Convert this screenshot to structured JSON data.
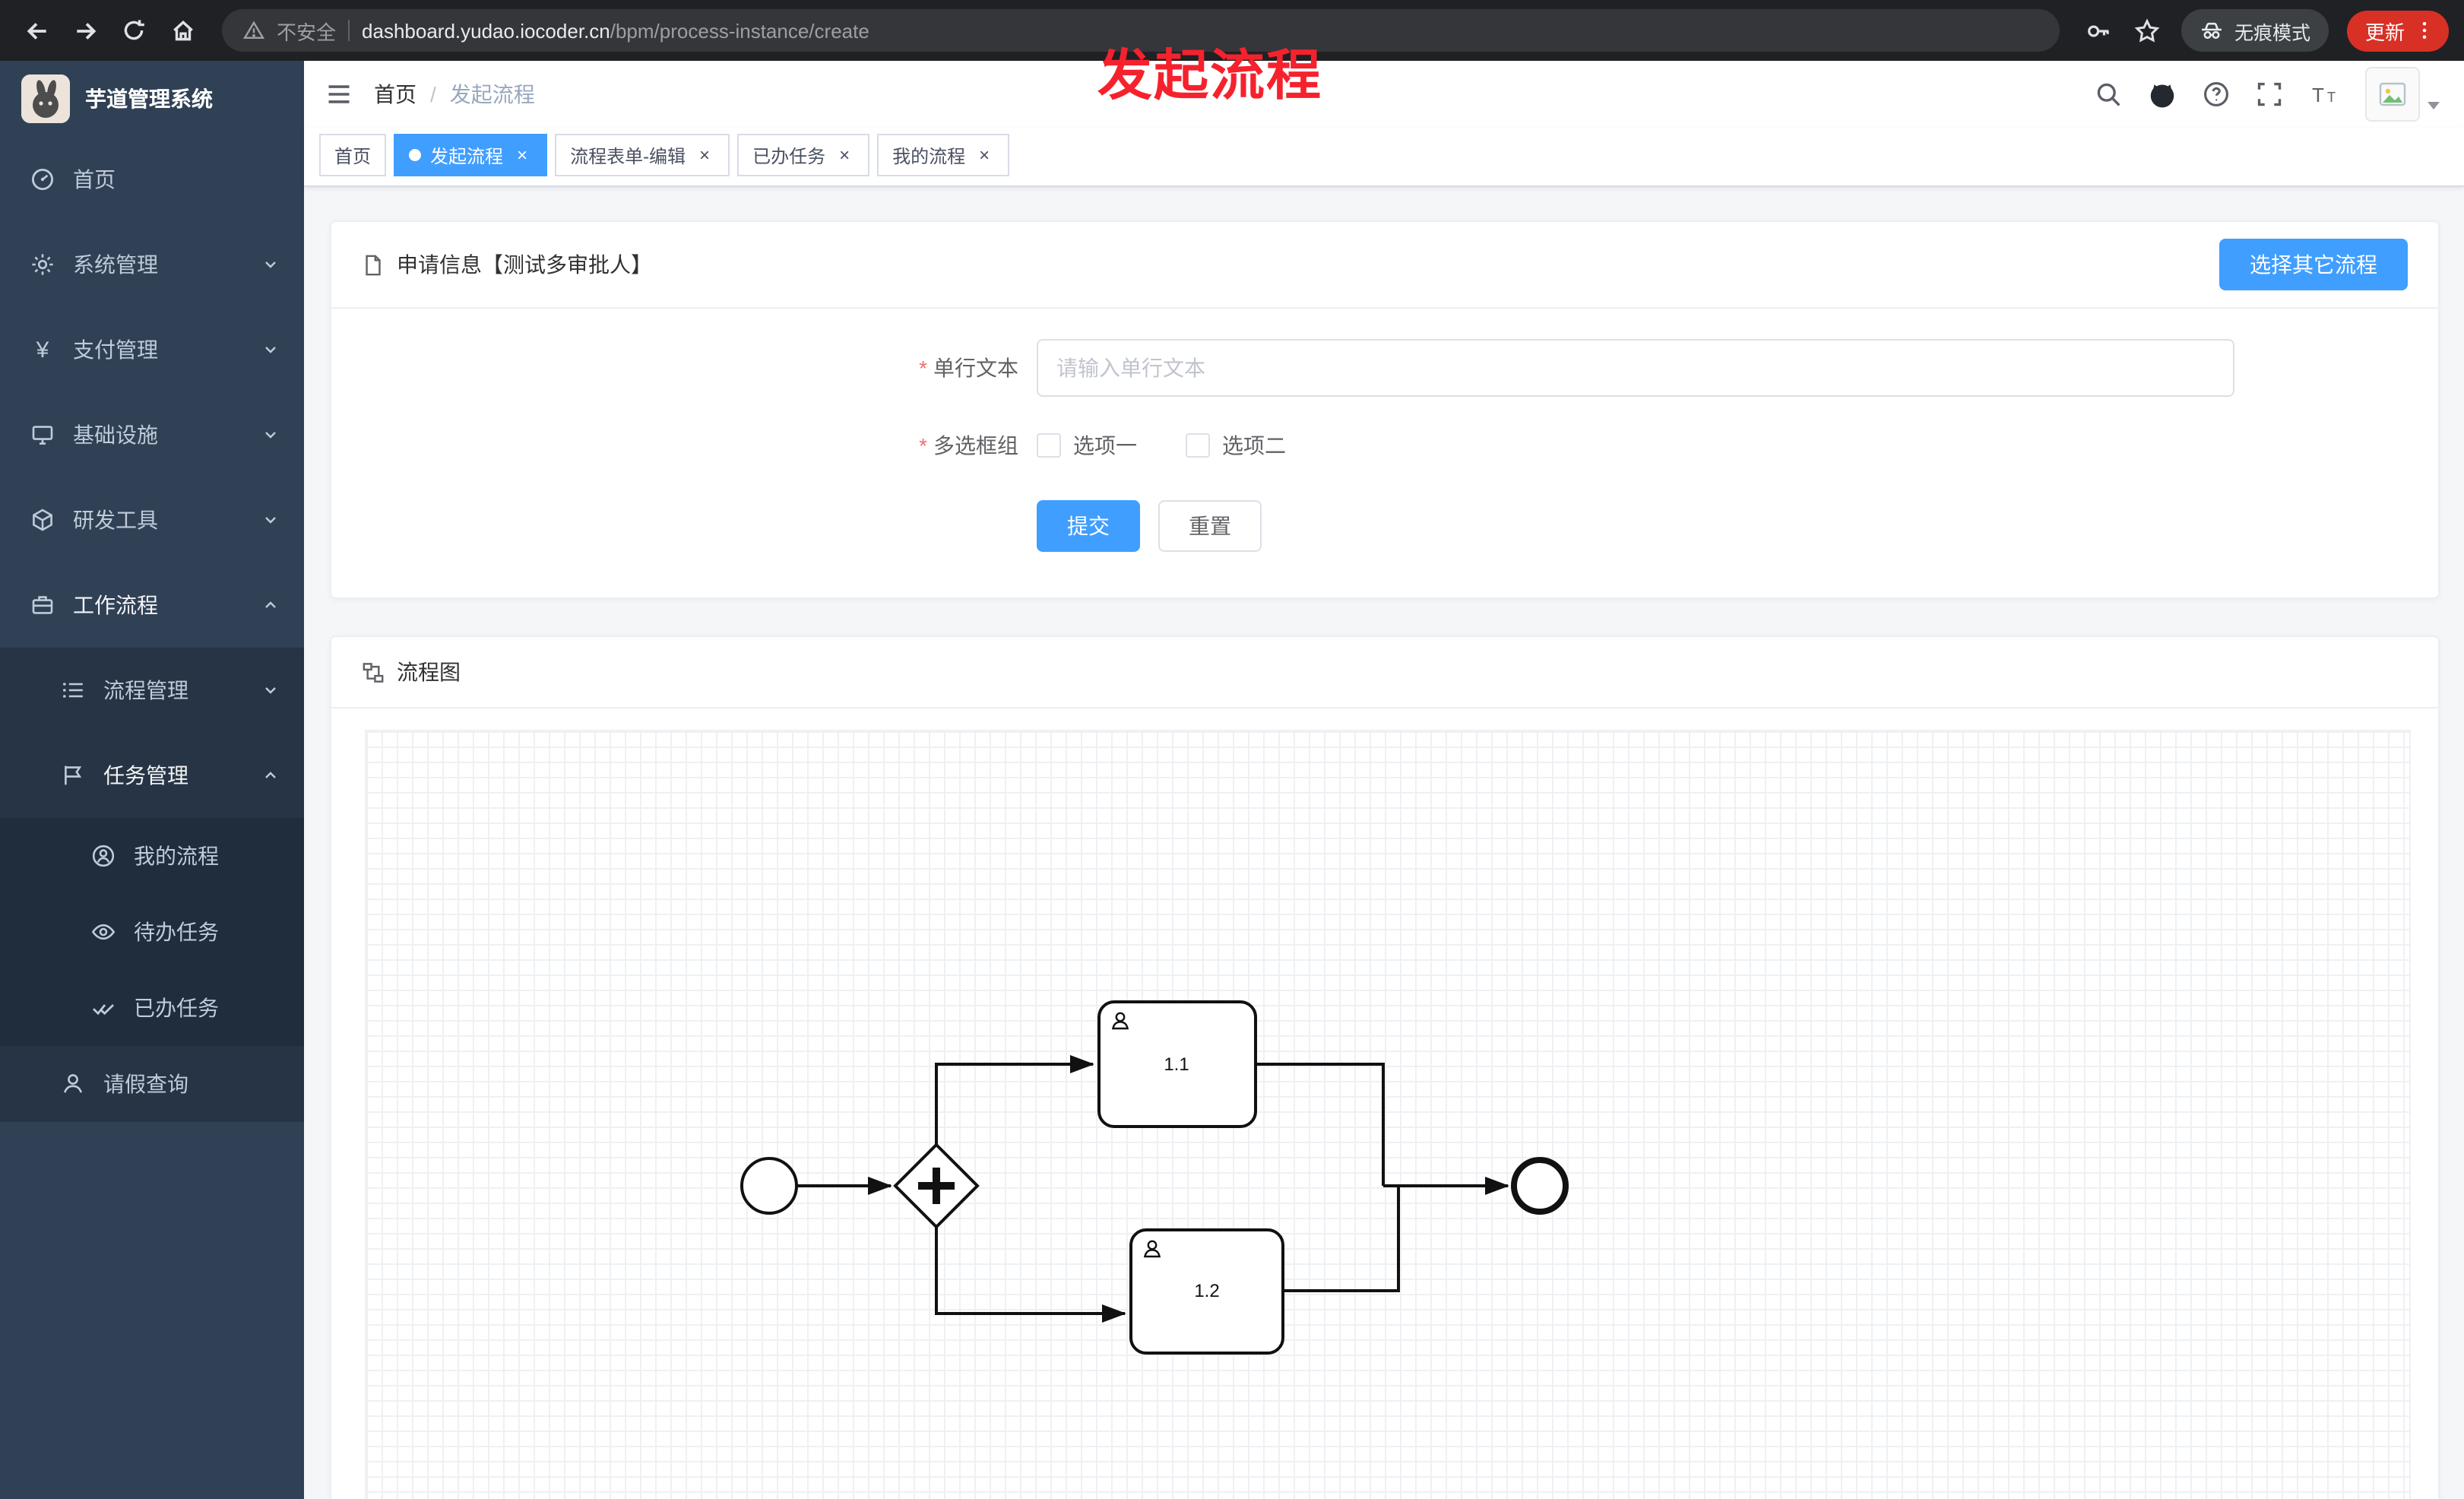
{
  "browser": {
    "security_label": "不安全",
    "url_domain": "dashboard.yudao.iocoder.cn",
    "url_path": "/bpm/process-instance/create",
    "incognito_label": "无痕模式",
    "update_label": "更新"
  },
  "annotation": {
    "text": "发起流程"
  },
  "colors": {
    "primary": "#409eff",
    "sidebar_bg": "#304156",
    "submenu_bg": "#263445",
    "annotation_red": "#f5222d",
    "active_tab": "#409eff"
  },
  "sidebar": {
    "logo_title": "芋道管理系统",
    "menu": [
      {
        "label": "首页"
      },
      {
        "label": "系统管理"
      },
      {
        "label": "支付管理"
      },
      {
        "label": "基础设施"
      },
      {
        "label": "研发工具"
      },
      {
        "label": "工作流程"
      },
      {
        "label": "流程管理"
      },
      {
        "label": "任务管理"
      },
      {
        "label": "我的流程"
      },
      {
        "label": "待办任务"
      },
      {
        "label": "已办任务"
      },
      {
        "label": "请假查询"
      }
    ]
  },
  "header": {
    "breadcrumb_home": "首页",
    "breadcrumb_current": "发起流程"
  },
  "tabs": [
    {
      "label": "首页"
    },
    {
      "label": "发起流程"
    },
    {
      "label": "流程表单-编辑"
    },
    {
      "label": "已办任务"
    },
    {
      "label": "我的流程"
    }
  ],
  "form_card": {
    "title": "申请信息【测试多审批人】",
    "select_other_label": "选择其它流程",
    "field_text": {
      "label": "单行文本",
      "placeholder": "请输入单行文本"
    },
    "field_checkbox": {
      "label": "多选框组",
      "option1": "选项一",
      "option2": "选项二"
    },
    "submit_label": "提交",
    "reset_label": "重置"
  },
  "diagram_card": {
    "title": "流程图",
    "task1_label": "1.1",
    "task2_label": "1.2"
  }
}
